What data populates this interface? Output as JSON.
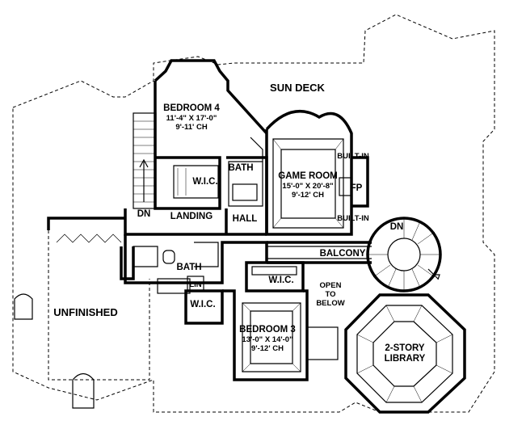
{
  "rooms": {
    "sun_deck": "SUN DECK",
    "bedroom4": {
      "name": "BEDROOM 4",
      "size": "11'-4\" X 17'-0\"",
      "ceiling": "9'-11' CH"
    },
    "bath_upper": "BATH",
    "game_room": {
      "name": "GAME ROOM",
      "size": "15'-0\" X 20'-8\"",
      "ceiling": "9'-12' CH"
    },
    "built_in_top": "BUILT-IN",
    "built_in_bottom": "BUILT-IN",
    "fp": "FP",
    "wic_upper": "W.I.C.",
    "dn_left": "DN",
    "landing": "LANDING",
    "hall": "HALL",
    "dn_stair": "DN",
    "balcony": "BALCONY",
    "bath_lower": "BATH",
    "lin": "LIN",
    "wic_mid": "W.I.C.",
    "open_to_below": [
      "OPEN",
      "TO",
      "BELOW"
    ],
    "unfinished": "UNFINISHED",
    "wic_lower": "W.I.C.",
    "bedroom3": {
      "name": "BEDROOM 3",
      "size": "13'-0\" X 14'-0\"",
      "ceiling": "9'-12' CH"
    },
    "library": [
      "2-STORY",
      "LIBRARY"
    ]
  }
}
